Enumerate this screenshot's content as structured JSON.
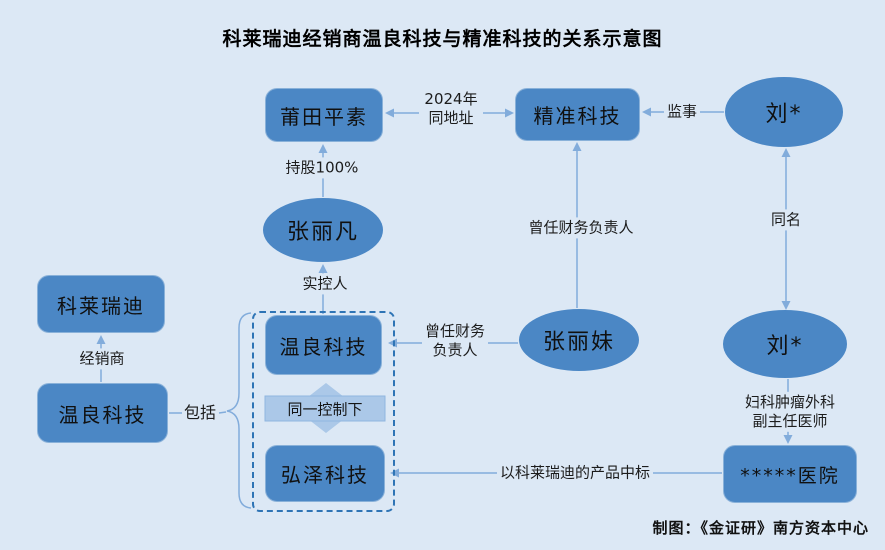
{
  "title": "科莱瑞迪经销商温良科技与精准科技的关系示意图",
  "credit": "制图：《金证研》南方资本中心",
  "colors": {
    "background": "#dce8f5",
    "node_fill": "#4b87c5",
    "light_arrow_fill": "#abc8e8",
    "connector": "#82acdb",
    "dashed_border": "#2e74b5",
    "text": "#101010"
  },
  "nodes": {
    "putianpingsu": {
      "label": "莆田平素",
      "shape": "rounded-rect"
    },
    "jingzhun": {
      "label": "精准科技",
      "shape": "rounded-rect"
    },
    "liu_top": {
      "label": "刘*",
      "shape": "ellipse"
    },
    "zhanglifan": {
      "label": "张丽凡",
      "shape": "ellipse"
    },
    "kelairuidi": {
      "label": "科莱瑞迪",
      "shape": "rounded-rect"
    },
    "wenliang_left": {
      "label": "温良科技",
      "shape": "rounded-rect"
    },
    "wenliang_inner": {
      "label": "温良科技",
      "shape": "rounded-rect"
    },
    "hongze": {
      "label": "弘泽科技",
      "shape": "rounded-rect"
    },
    "zhanglimei": {
      "label": "张丽妹",
      "shape": "ellipse"
    },
    "liu_bottom": {
      "label": "刘*",
      "shape": "ellipse"
    },
    "hospital": {
      "label": "*****医院",
      "shape": "rounded-rect"
    }
  },
  "edges": {
    "same_address": {
      "line1": "2024年",
      "line2": "同地址"
    },
    "supervisor": {
      "label": "监事"
    },
    "holding": {
      "label": "持股100%"
    },
    "actual_controller": {
      "label": "实控人"
    },
    "distributor": {
      "label": "经销商"
    },
    "include": {
      "label": "包括"
    },
    "former_cfo_vertical": {
      "label": "曾任财务负责人"
    },
    "former_cfo_horizontal": {
      "line1": "曾任财务",
      "line2": "负责人"
    },
    "same_name": {
      "label": "同名"
    },
    "doctor_title": {
      "line1": "妇科肿瘤外科",
      "line2": "副主任医师"
    },
    "bid": {
      "label": "以科莱瑞迪的产品中标"
    },
    "same_control": {
      "label": "同一控制下"
    }
  }
}
